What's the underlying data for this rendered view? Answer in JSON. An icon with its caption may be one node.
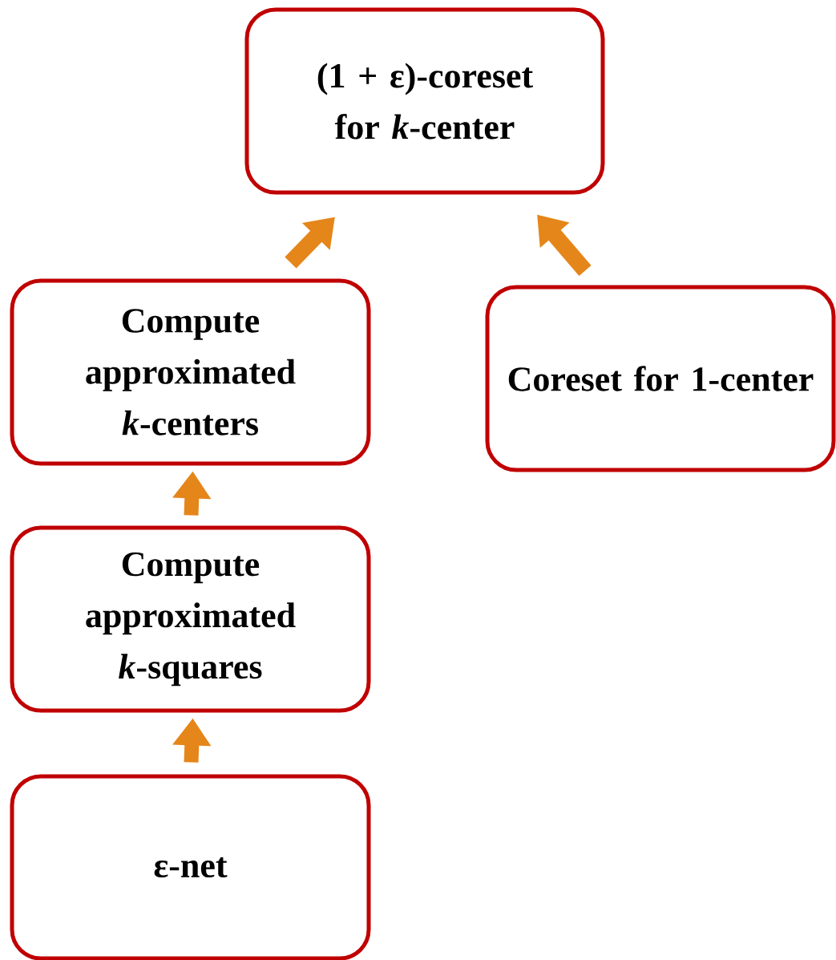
{
  "diagram": {
    "nodes": [
      {
        "text": [
          "(1 + ε)-coreset for *k*-center"
        ]
      },
      {
        "text": [
          "Compute approximated *k*-centers"
        ]
      },
      {
        "text": [
          "Coreset for 1-center"
        ]
      },
      {
        "text": [
          "Compute approximated *k*-squares"
        ]
      },
      {
        "text": [
          "ε-net"
        ]
      }
    ],
    "edges": [
      {
        "from": 1,
        "to": 0,
        "arrow": "to"
      },
      {
        "from": 2,
        "to": 0,
        "arrow": "to"
      },
      {
        "from": 3,
        "to": 1,
        "arrow": "to"
      },
      {
        "from": 4,
        "to": 3,
        "arrow": "to"
      }
    ]
  }
}
